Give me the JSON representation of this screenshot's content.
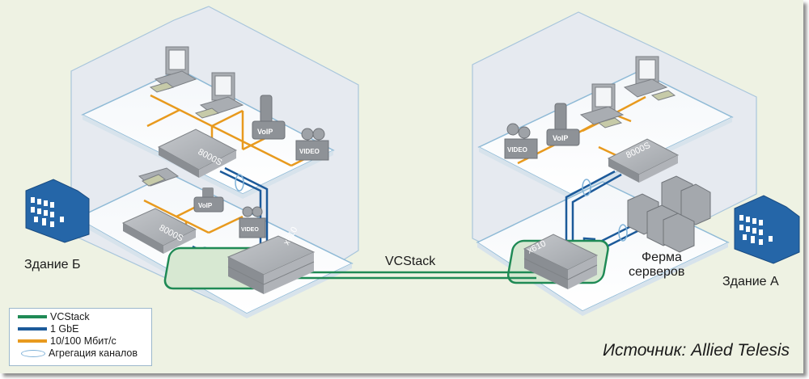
{
  "colors": {
    "background": "#eef2e3",
    "vcstack": "#1f8a55",
    "gbe": "#1c5a9a",
    "fast": "#e89a1e",
    "aggregation": "#7fb2d8",
    "building": "#2566a8",
    "device": "#9a9ea3"
  },
  "buildings": {
    "left": {
      "label": "Здание Б",
      "icon": "office-building-icon"
    },
    "right": {
      "label": "Здание А",
      "icon": "office-building-icon"
    }
  },
  "devices": {
    "switch_8000s": "8000S",
    "switch_x610": "x610",
    "voip": "VoIP",
    "video": "VIDEO"
  },
  "link_label": "VCStack",
  "server_farm": {
    "line1": "Ферма",
    "line2": "серверов"
  },
  "legend": [
    {
      "label": "VCStack",
      "type": "line",
      "color_key": "vcstack"
    },
    {
      "label": "1 GbE",
      "type": "line",
      "color_key": "gbe"
    },
    {
      "label": "10/100 Мбит/с",
      "type": "line",
      "color_key": "fast"
    },
    {
      "label": "Агрегация каналов",
      "type": "ring",
      "color_key": "aggregation"
    }
  ],
  "source": "Источник: Allied Telesis"
}
